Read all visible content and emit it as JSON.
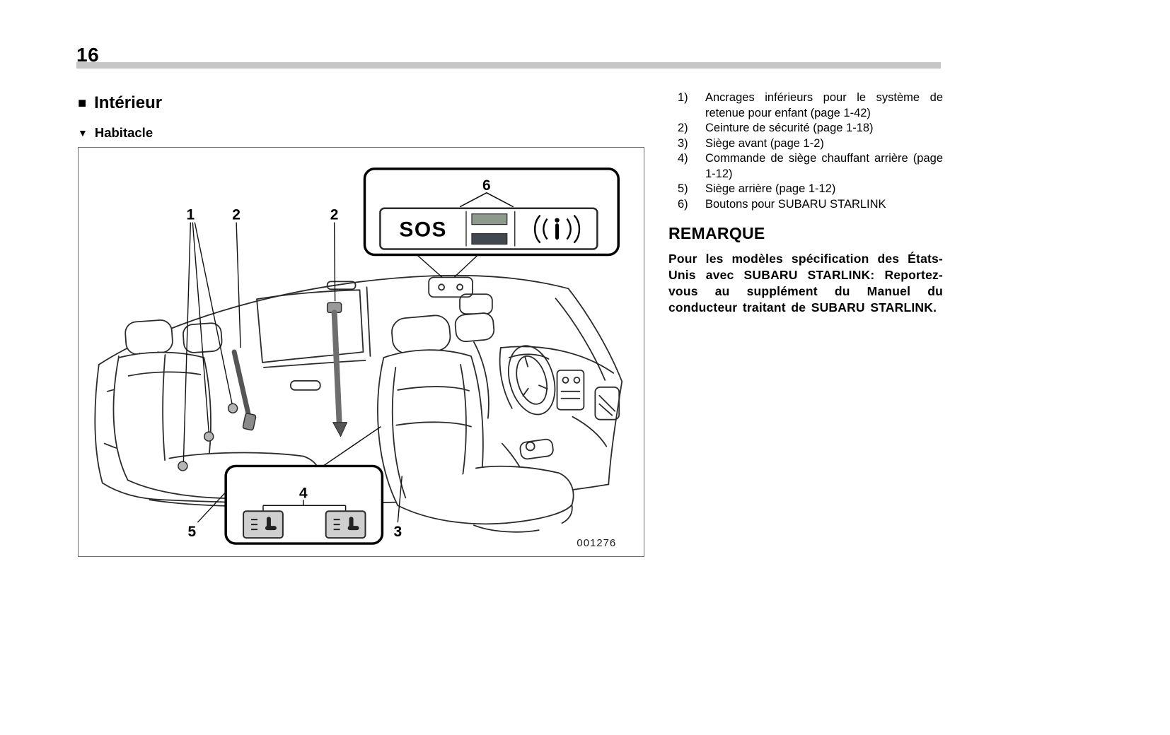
{
  "page": {
    "number": "16"
  },
  "icons": {
    "section_bullet": "■",
    "subsection_bullet": "▼"
  },
  "sections": {
    "interior": "Intérieur",
    "habitacle": "Habitacle"
  },
  "figure": {
    "code": "001276",
    "sos_label": "SOS",
    "callouts": {
      "n1": "1",
      "n2a": "2",
      "n2b": "2",
      "n3": "3",
      "n4": "4",
      "n5": "5",
      "n6": "6"
    },
    "colors": {
      "indicator_top": "#8e9b8c",
      "indicator_bottom": "#43484e",
      "button_gray": "#cfcfcf"
    }
  },
  "legend": {
    "items": [
      {
        "num": "1)",
        "text": "Ancrages inférieurs pour le système de retenue pour enfant (page 1-42)"
      },
      {
        "num": "2)",
        "text": "Ceinture de sécurité (page 1-18)"
      },
      {
        "num": "3)",
        "text": "Siège avant (page 1-2)"
      },
      {
        "num": "4)",
        "text": "Commande de siège chauffant arrière (page 1-12)"
      },
      {
        "num": "5)",
        "text": "Siège arrière (page 1-12)"
      },
      {
        "num": "6)",
        "text": "Boutons pour SUBARU STARLINK"
      }
    ]
  },
  "remark": {
    "title": "REMARQUE",
    "body": "Pour les modèles spécification des États-Unis avec SUBARU STARLINK: Reportez-vous au supplément du Manuel du conducteur traitant de SUBARU STARLINK."
  }
}
